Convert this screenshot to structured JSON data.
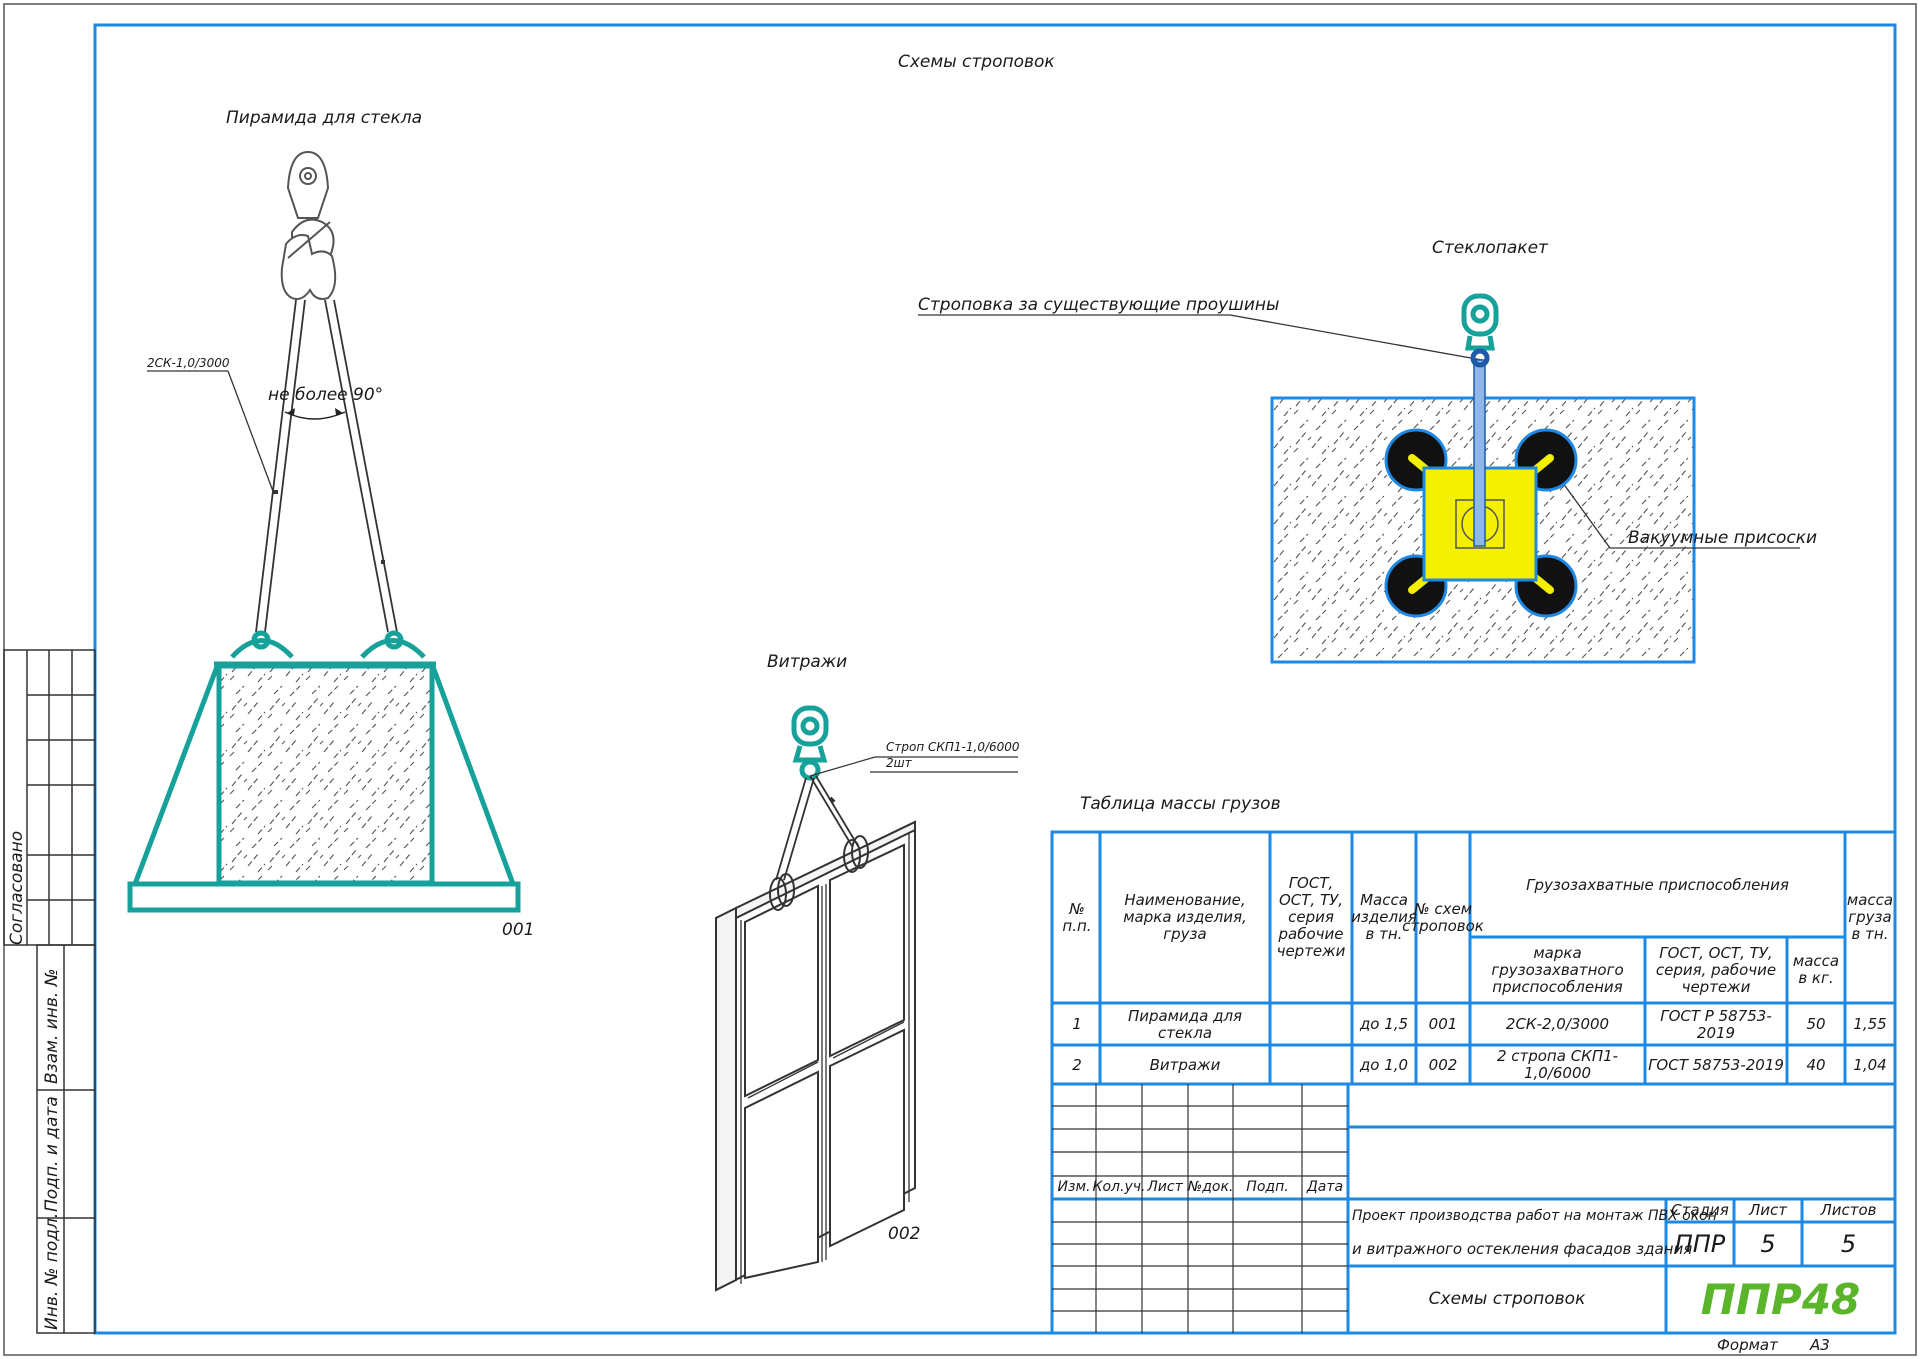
{
  "title": "Схемы строповок",
  "schemes": {
    "pyramid": {
      "caption": "Пирамида для стекла",
      "sling_label": "2СК-1,0/3000",
      "angle_label": "не более 90°",
      "number": "001"
    },
    "stained": {
      "caption": "Витражи",
      "sling_label_1": "Строп СКП1-1,0/6000",
      "sling_label_2": "2шт",
      "number": "002"
    },
    "glass_unit": {
      "caption": "Стеклопакет",
      "leader_label": "Строповка за существующие проушины",
      "suction_label": "Вакуумные присоски"
    }
  },
  "mass_table": {
    "title": "Таблица массы грузов",
    "headers": {
      "num": "№ п.п.",
      "name": "Наименование, марка изделия, груза",
      "gost": "ГОСТ, ОСТ, ТУ, серия рабочие чертежи",
      "mass": "Масса изделия в тн.",
      "scheme": "№ схем строповок",
      "devices": "Грузозахватные приспособления",
      "dev_mark": "марка грузозахватного приспособления",
      "dev_gost": "ГОСТ, ОСТ, ТУ, серия, рабочие чертежи",
      "dev_mass": "масса в кг.",
      "total_mass": "масса груза в тн."
    },
    "rows": [
      {
        "num": "1",
        "name": "Пирамида для стекла",
        "gost": "",
        "mass": "до 1,5",
        "scheme": "001",
        "dev_mark": "2СК-2,0/3000",
        "dev_gost": "ГОСТ Р 58753-2019",
        "dev_mass": "50",
        "total_mass": "1,55"
      },
      {
        "num": "2",
        "name": "Витражи",
        "gost": "",
        "mass": "до 1,0",
        "scheme": "002",
        "dev_mark": "2 стропа СКП1-1,0/6000",
        "dev_gost": "ГОСТ 58753-2019",
        "dev_mass": "40",
        "total_mass": "1,04"
      }
    ]
  },
  "stamp": {
    "cols": [
      "Изм.",
      "Кол.уч.",
      "Лист",
      "№док.",
      "Подп.",
      "Дата"
    ],
    "project_line1": "Проект производства работ на монтаж ПВХ окон",
    "project_line2": "и витражного остекления фасадов здания",
    "sheet_title": "Схемы строповок",
    "stage_label": "Стадия",
    "sheet_label": "Лист",
    "sheets_label": "Листов",
    "stage": "ППР",
    "sheet": "5",
    "sheets": "5",
    "doc_code": "ППР48",
    "format_label": "Формат",
    "format": "А3"
  },
  "side_labels": {
    "agreed": "Согласовано",
    "replace": "Взам. инв. №",
    "sign_date": "Подп. и дата",
    "inv": "Инв. № подл."
  },
  "colors": {
    "frame": "#1e88e5",
    "teal": "#16a29a",
    "yellow": "#f5f000",
    "doc_code": "#5ab52a"
  }
}
